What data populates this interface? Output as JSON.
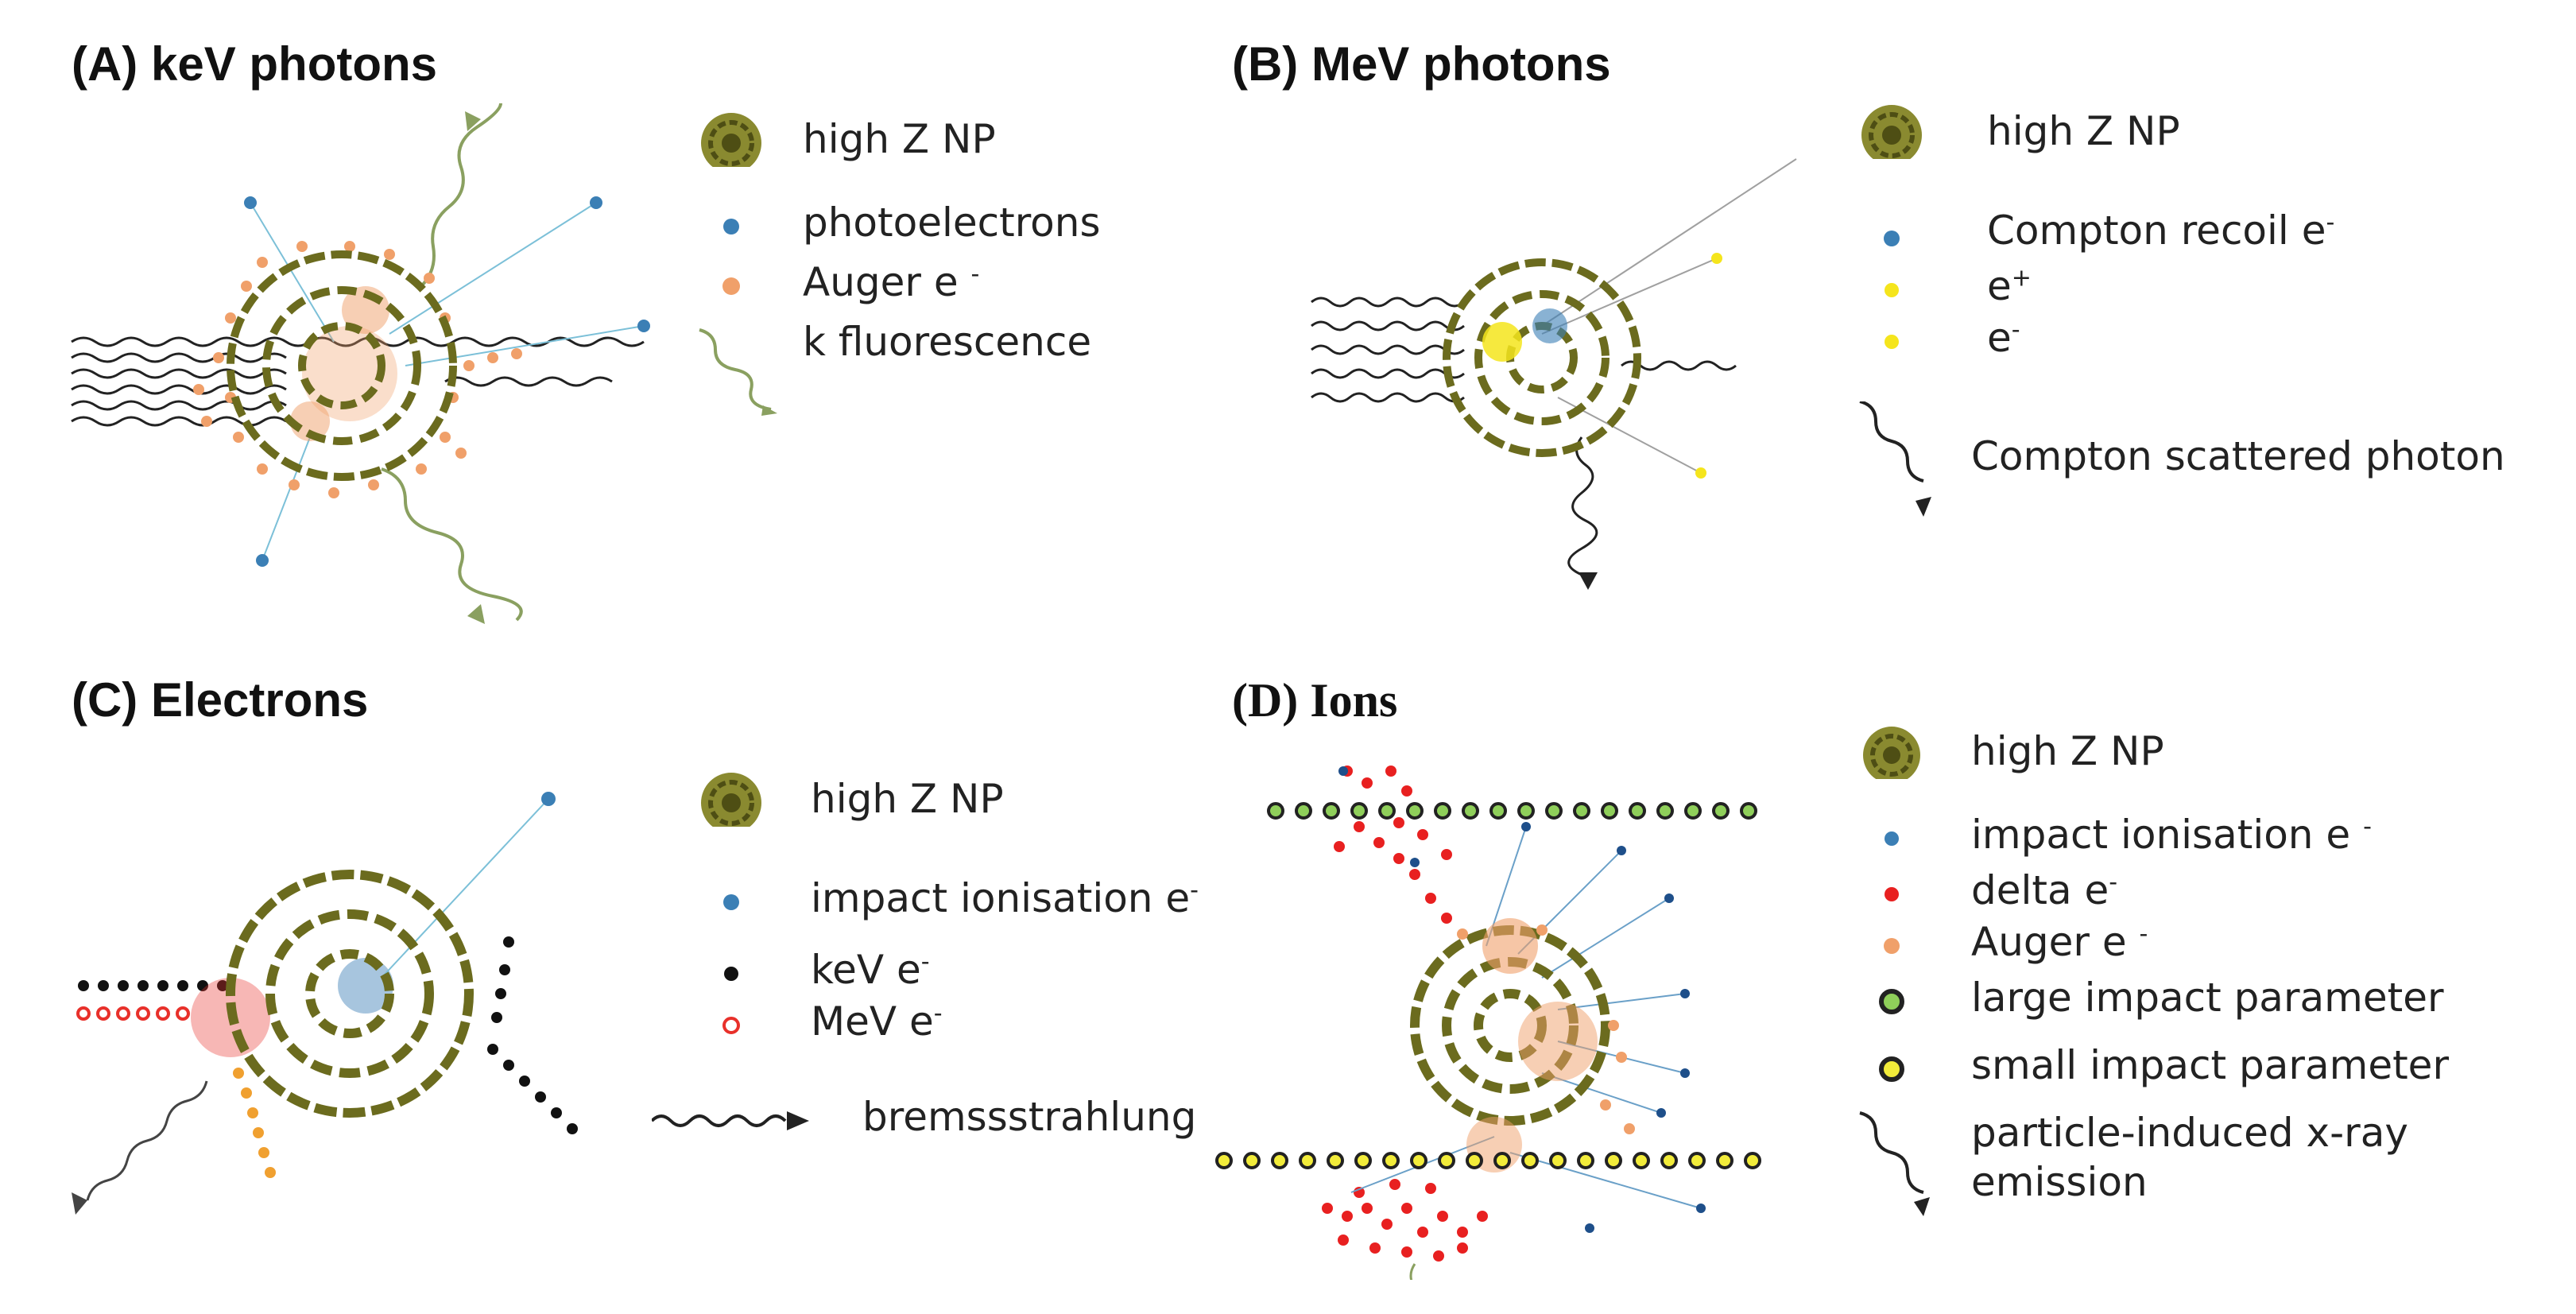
{
  "colors": {
    "np": "#6b6b1e",
    "np_light": "#a3a34a",
    "photoelectron": "#3b7fb5",
    "auger": "#f0a06a",
    "fluorescence": "#8aa060",
    "positron": "#f5e51c",
    "kev_electron": "#111111",
    "mev_electron": "#e8302a",
    "delta": "#e82020",
    "large_impact": "#8fcf5a",
    "small_impact": "#f2ec3a",
    "wave": "#222222"
  },
  "panels": {
    "a": {
      "title": "(A) keV photons",
      "legend": [
        {
          "symbol": "np-icon",
          "label": "high Z NP"
        },
        {
          "symbol": "photoelectron-dot-icon",
          "label": "photoelectrons"
        },
        {
          "symbol": "auger-dot-icon",
          "label": "Auger e",
          "sup": "-"
        },
        {
          "symbol": "fluorescence-wave-icon",
          "label": "k fluorescence"
        }
      ]
    },
    "b": {
      "title": "(B) MeV photons",
      "legend": [
        {
          "symbol": "np-icon",
          "label": "high Z NP"
        },
        {
          "symbol": "compton-dot-icon",
          "label": "Compton recoil e",
          "sup": "-"
        },
        {
          "symbol": "positron-dot-icon",
          "label": "e",
          "sup": "+"
        },
        {
          "symbol": "electron-yellow-dot-icon",
          "label": "e",
          "sup": "-"
        },
        {
          "symbol": "scattered-photon-wave-icon",
          "label": "Compton scattered photon"
        }
      ]
    },
    "c": {
      "title": "(C) Electrons",
      "legend": [
        {
          "symbol": "np-icon",
          "label": "high Z NP"
        },
        {
          "symbol": "impact-dot-icon",
          "label": "impact ionisation e",
          "sup": "-"
        },
        {
          "symbol": "kev-dot-icon",
          "label": "keV e",
          "sup": "-"
        },
        {
          "symbol": "mev-dot-icon",
          "label": "MeV e",
          "sup": "-"
        },
        {
          "symbol": "bremsstrahlung-wave-icon",
          "label": "bremssstrahlung"
        }
      ]
    },
    "d": {
      "title": "(D) Ions",
      "legend": [
        {
          "symbol": "np-icon",
          "label": "high Z NP"
        },
        {
          "symbol": "impact-dot-icon",
          "label": "impact ionisation e",
          "sup": "-"
        },
        {
          "symbol": "delta-dot-icon",
          "label": "delta e",
          "sup": "-"
        },
        {
          "symbol": "auger-dot-icon",
          "label": "Auger e",
          "sup": "-"
        },
        {
          "symbol": "large-impact-ring-icon",
          "label": "large impact parameter"
        },
        {
          "symbol": "small-impact-ring-icon",
          "label": "small impact parameter"
        },
        {
          "symbol": "pixe-wave-icon",
          "label": "particle-induced x-ray",
          "label2": "emission"
        }
      ]
    }
  }
}
